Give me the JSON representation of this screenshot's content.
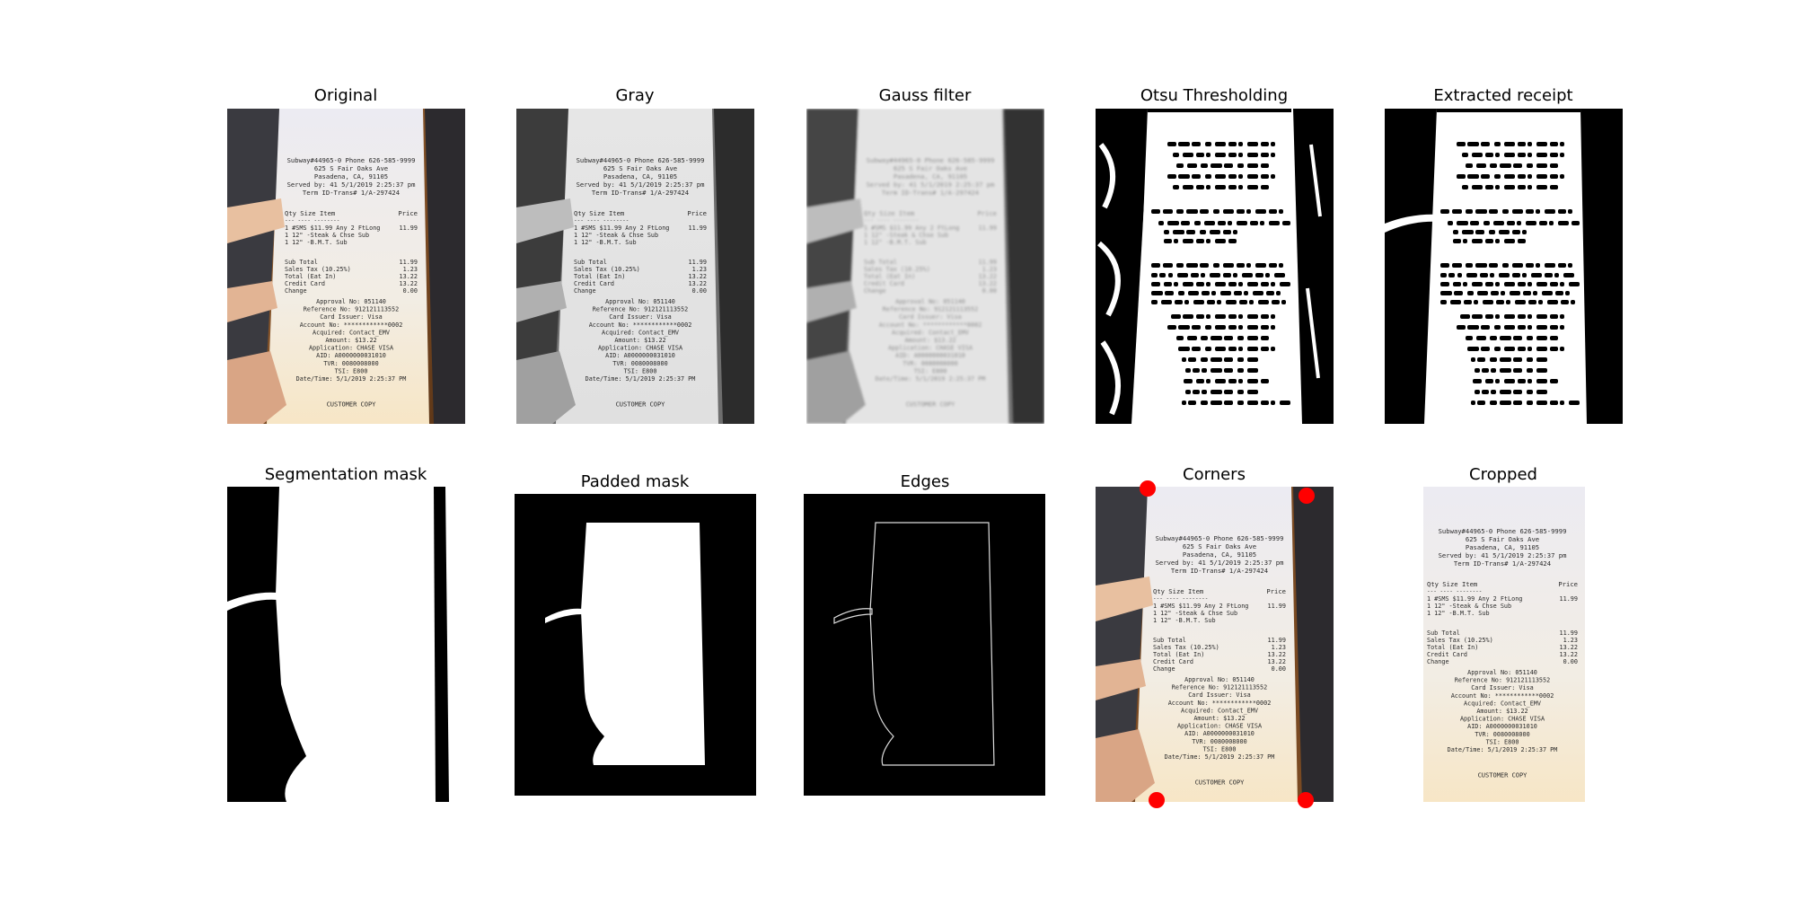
{
  "figure": {
    "panels": [
      {
        "key": "original",
        "title": "Original"
      },
      {
        "key": "gray",
        "title": "Gray"
      },
      {
        "key": "gauss",
        "title": "Gauss filter"
      },
      {
        "key": "otsu",
        "title": "Otsu Thresholding"
      },
      {
        "key": "extracted",
        "title": "Extracted receipt"
      },
      {
        "key": "segmentation",
        "title": "Segmentation mask"
      },
      {
        "key": "padded",
        "title": "Padded mask"
      },
      {
        "key": "edges",
        "title": "Edges"
      },
      {
        "key": "corners",
        "title": "Corners"
      },
      {
        "key": "cropped",
        "title": "Cropped"
      }
    ]
  },
  "receipt": {
    "header": [
      "Subway#44965-0 Phone 626-585-9999",
      "625 S Fair Oaks Ave",
      "Pasadena, CA, 91105",
      "Served by: 41 5/1/2019 2:25:37 pm",
      "Term ID-Trans# 1/A-297424"
    ],
    "columns": {
      "left": "Qty Size Item",
      "right": "Price"
    },
    "items": [
      {
        "left": "1     #SMS $11.99 Any 2 FtLong",
        "right": "11.99"
      },
      {
        "left": "1  12\" -Steak & Chse Sub",
        "right": ""
      },
      {
        "left": "1  12\" -B.M.T. Sub",
        "right": ""
      }
    ],
    "totals": [
      {
        "label": "Sub Total",
        "value": "11.99"
      },
      {
        "label": "Sales Tax (10.25%)",
        "value": "1.23"
      },
      {
        "label": "Total (Eat In)",
        "value": "13.22"
      },
      {
        "label": "Credit Card",
        "value": "13.22"
      },
      {
        "label": "Change",
        "value": "0.00"
      }
    ],
    "details": [
      "Approval No: 051140",
      "Reference No: 912121113552",
      "Card Issuer: Visa",
      "Account No: ************0002",
      "Acquired: Contact_EMV",
      "Amount: $13.22",
      "Application: CHASE VISA",
      "AID: A0000000031010",
      "TVR: 0080008000",
      "TSI: E800",
      "Date/Time: 5/1/2019 2:25:37 PM"
    ],
    "footer": "CUSTOMER COPY"
  }
}
